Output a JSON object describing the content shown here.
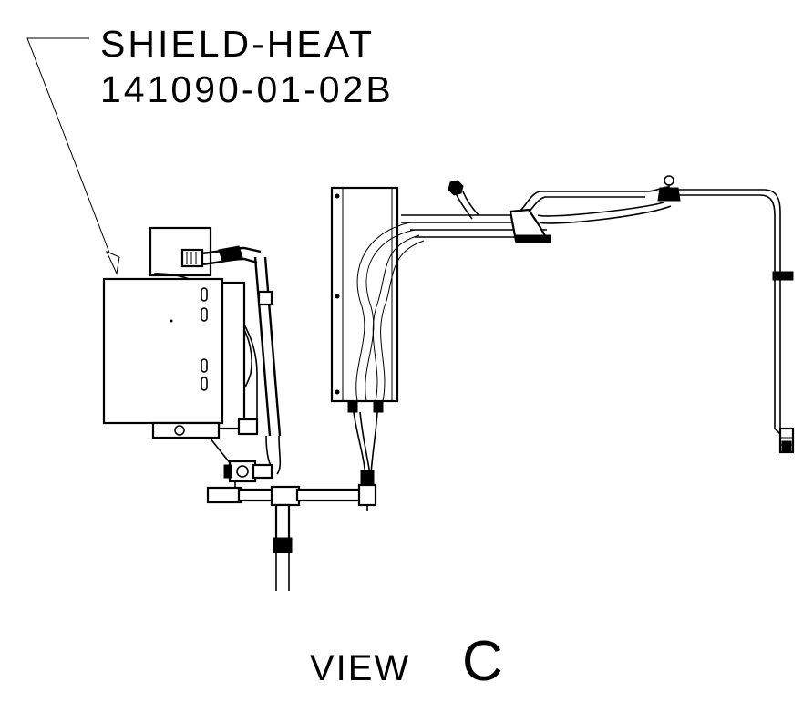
{
  "callout": {
    "part_name": "SHIELD-HEAT",
    "part_number": "141090-01-02B"
  },
  "view": {
    "prefix": "VIEW",
    "letter": "C"
  }
}
